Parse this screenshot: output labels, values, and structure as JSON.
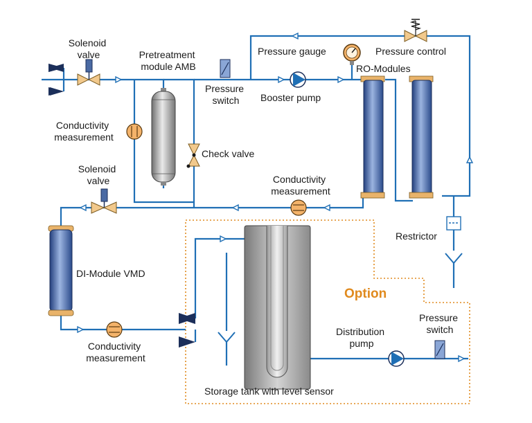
{
  "labels": {
    "solenoid_valve_top": [
      "Solenoid",
      "valve"
    ],
    "pretreatment_module": [
      "Pretreatment",
      "module AMB"
    ],
    "pressure_gauge": "Pressure gauge",
    "pressure_control": "Pressure control",
    "ro_modules": "RO-Modules",
    "pressure_switch_top": [
      "Pressure",
      "switch"
    ],
    "booster_pump": "Booster pump",
    "conductivity_left": [
      "Conductivity",
      "measurement"
    ],
    "check_valve": "Check valve",
    "solenoid_valve_mid": [
      "Solenoid",
      "valve"
    ],
    "conductivity_mid": [
      "Conductivity",
      "measurement"
    ],
    "restrictor": "Restrictor",
    "di_module": "DI-Module VMD",
    "option": "Option",
    "distribution_pump": [
      "Distribution",
      "pump"
    ],
    "pressure_switch_bottom": [
      "Pressure",
      "switch"
    ],
    "conductivity_bottom": [
      "Conductivity",
      "measurement"
    ],
    "storage_tank": "Storage tank with level sensor"
  },
  "colors": {
    "pipe": "#1f6fb5",
    "option_border": "#e08a1e",
    "meter_fill": "#f4b36a",
    "valve_fill": "#f2c98c"
  }
}
